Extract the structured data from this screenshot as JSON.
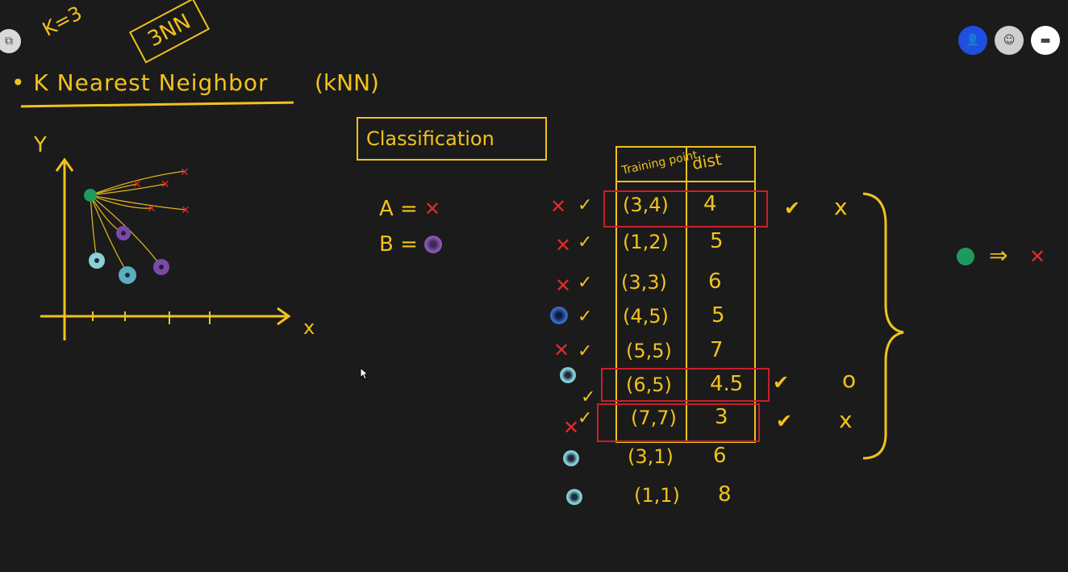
{
  "whiteboard": {
    "k_label": "K=3",
    "boxed_label": "3NN",
    "title": "K Nearest Neighbor",
    "title_abbr": "(kNN)",
    "bullet": "•",
    "axis_y": "Y",
    "axis_x": "x",
    "task_box": "Classification",
    "legend": {
      "a_label": "A =",
      "b_label": "B ="
    },
    "table": {
      "header_point": "Training point",
      "header_dist": "dist",
      "rows": [
        {
          "point": "(3,4)",
          "dist": "4",
          "class": "A"
        },
        {
          "point": "(1,2)",
          "dist": "5",
          "class": "A"
        },
        {
          "point": "(3,3)",
          "dist": "6",
          "class": "A"
        },
        {
          "point": "(4,5)",
          "dist": "5",
          "class": "B"
        },
        {
          "point": "(5,5)",
          "dist": "7",
          "class": "A"
        },
        {
          "point": "(6,5)",
          "dist": "4.5",
          "class": "B"
        },
        {
          "point": "(7,7)",
          "dist": "3",
          "class": "A"
        },
        {
          "point": "(3,1)",
          "dist": "6",
          "class": "B"
        },
        {
          "point": "(1,1)",
          "dist": "8",
          "class": "B"
        }
      ]
    },
    "ranks": [
      {
        "tick": "✔",
        "result": "x"
      },
      {
        "tick": "✔",
        "result": "o"
      },
      {
        "tick": "✔",
        "result": "x"
      }
    ],
    "conclusion_arrow": "⇒"
  },
  "meeting_controls": {
    "left_icon": "share-screen-icon",
    "avatars": [
      "user-icon-avatar",
      "participant-photo-avatar",
      "menu-avatar"
    ]
  },
  "colors": {
    "chalk_yellow": "#f2c21c",
    "class_a_red": "#e02a2a",
    "class_b_purple": "#8a5ab8",
    "query_green": "#1e9a5e",
    "highlight_red": "#c8202a",
    "background": "#1b1b1b"
  }
}
